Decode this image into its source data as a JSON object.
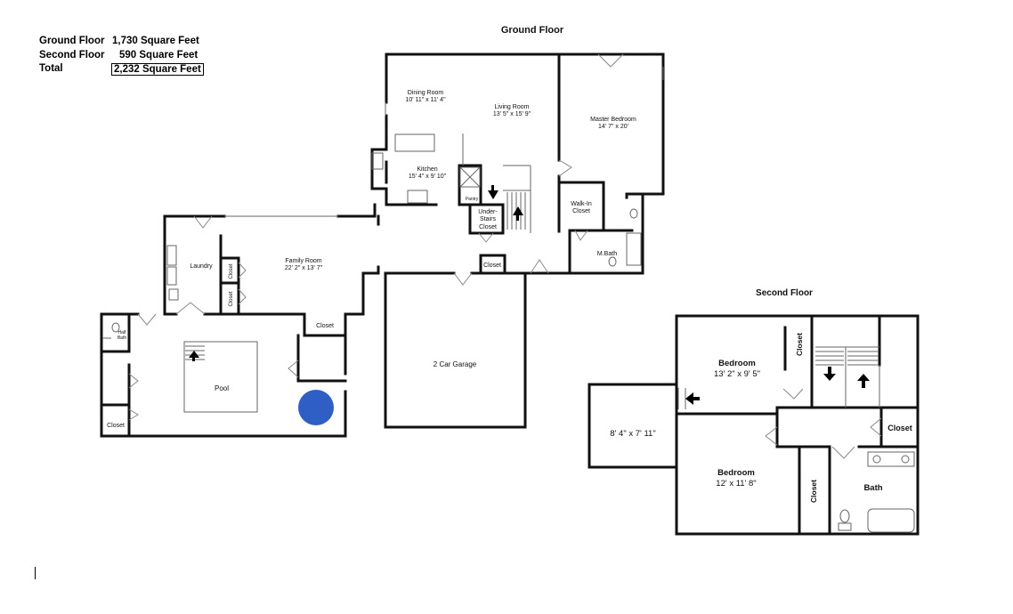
{
  "summary": {
    "ground": {
      "label": "Ground Floor",
      "value": "1,730 Square Feet"
    },
    "second": {
      "label": "Second Floor",
      "value": "590 Square Feet"
    },
    "total": {
      "label": "Total",
      "value": "2,232 Square Feet"
    }
  },
  "headings": {
    "ground_floor": "Ground Floor",
    "second_floor": "Second Floor"
  },
  "rooms": {
    "dining_name": "Dining Room",
    "dining_dim": "10' 11\" x 11' 4\"",
    "living_name": "Living Room",
    "living_dim": "13' 5\" x 15' 9\"",
    "master_name": "Master Bedroom",
    "master_dim": "14' 7\" x 20'",
    "kitchen_name": "Kitchen",
    "kitchen_dim": "15' 4\" x 9' 10\"",
    "pantry": "Pantry",
    "walkin_1": "Walk-In",
    "walkin_2": "Closet",
    "under_1": "Under-",
    "under_2": "Stairs",
    "under_3": "Closet",
    "laundry": "Laundry",
    "family_name": "Family Room",
    "family_dim": "22' 2\" x 13' 7\"",
    "closet_a": "Closet",
    "closet_b": "Closet",
    "closet_c": "Closet",
    "closet_d": "Closet",
    "closet_e": "Closet",
    "mbath": "M.Bath",
    "halfbath_1": "Half",
    "halfbath_2": "Bath",
    "pool": "Pool",
    "garage": "2 Car Garage",
    "bed1_name": "Bedroom",
    "bed1_dim": "13' 2\" x 9' 5\"",
    "bed2_name": "Bedroom",
    "bed2_dim": "12' x 11' 8\"",
    "loft_dim": "8' 4\" x 7' 11\"",
    "closet_s1": "Closet",
    "closet_s2": "Closet",
    "closet_s3": "Closet",
    "bath": "Bath"
  },
  "colors": {
    "wall": "#111111",
    "pool_circle": "#2f5fc4"
  }
}
